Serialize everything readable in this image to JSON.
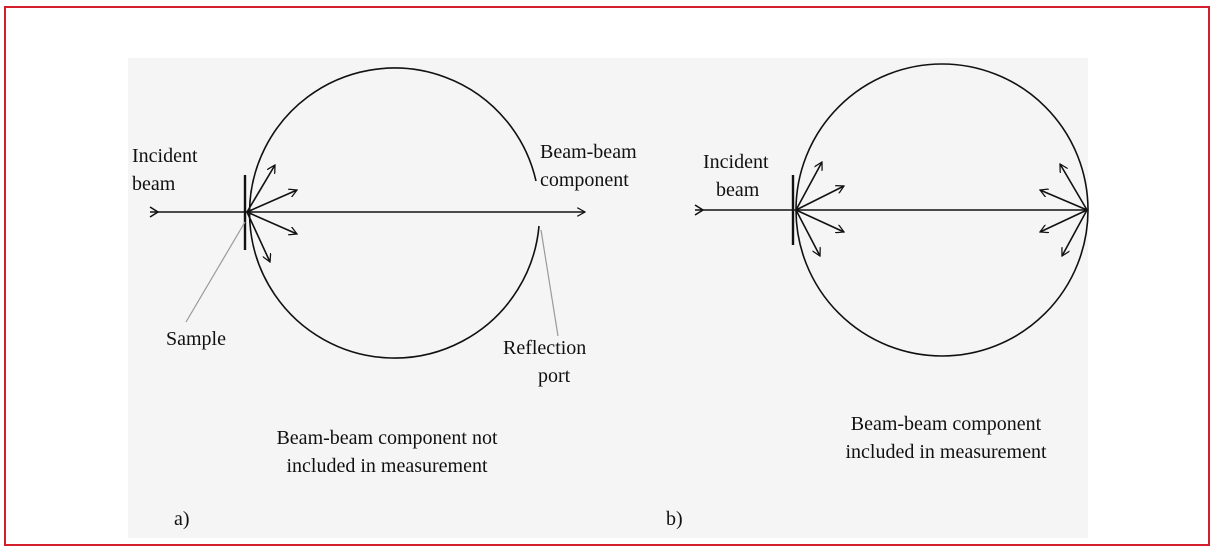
{
  "panel_a": {
    "incident_label": [
      "Incident",
      "beam"
    ],
    "beam_component_label": [
      "Beam-beam",
      "component"
    ],
    "sample_label": "Sample",
    "port_label": [
      "Reflection",
      "port"
    ],
    "caption": [
      "Beam-beam component not",
      "included in measurement"
    ],
    "tag": "a)"
  },
  "panel_b": {
    "incident_label": [
      "Incident",
      "beam"
    ],
    "caption": [
      "Beam-beam component",
      "included in measurement"
    ],
    "tag": "b)"
  },
  "colors": {
    "frame": "#d21f2b",
    "panel": "#f5f5f5",
    "ink": "#111111",
    "leader": "#9a9a9a"
  }
}
